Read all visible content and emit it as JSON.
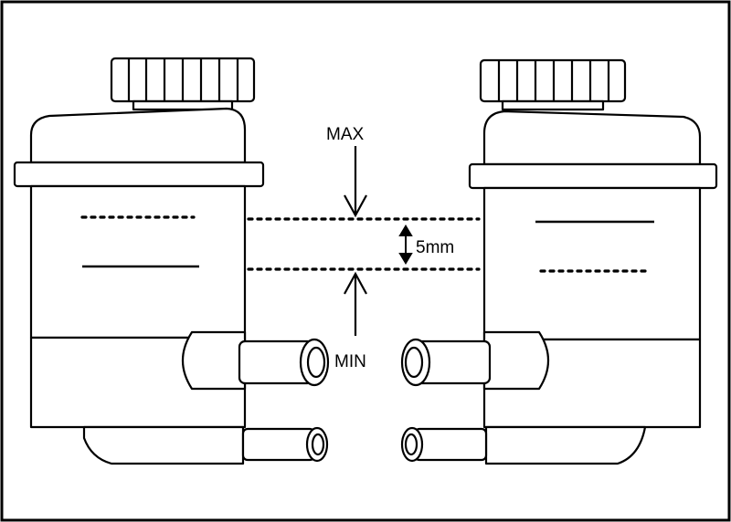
{
  "labels": {
    "max": "MAX",
    "min": "MIN",
    "gap": "5mm"
  },
  "colors": {
    "ink": "#000000",
    "paper": "#ffffff"
  }
}
